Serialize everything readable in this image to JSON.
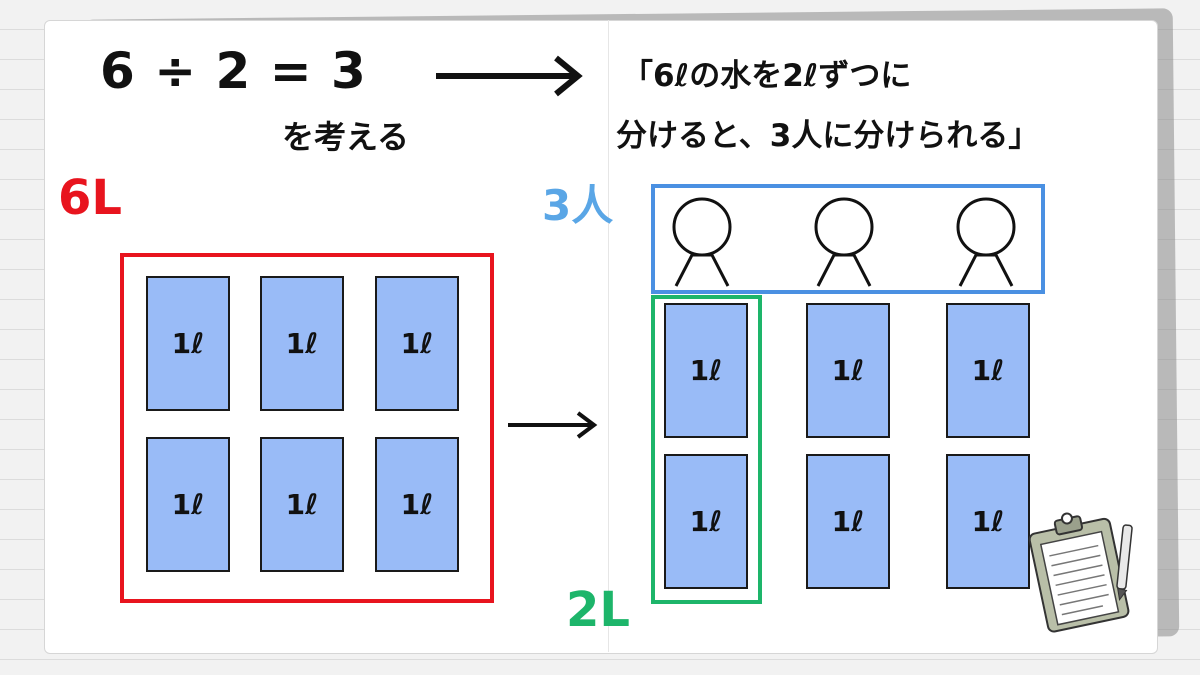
{
  "equation": "6 ÷ 2 = 3",
  "consider_label": "を考える",
  "quote_line1": "「6ℓの水を2ℓずつに",
  "quote_line2": "分けると、3人に分けられる」",
  "label_total": "6L",
  "label_people": "3人",
  "label_each": "2L",
  "card_label": "1ℓ",
  "colors": {
    "total": "#e8141e",
    "people": "#4a90e2",
    "each": "#1db56a",
    "card_fill": "#99bbf7"
  },
  "icons": [
    "right-arrow-icon",
    "person-icon",
    "clipboard-icon"
  ]
}
